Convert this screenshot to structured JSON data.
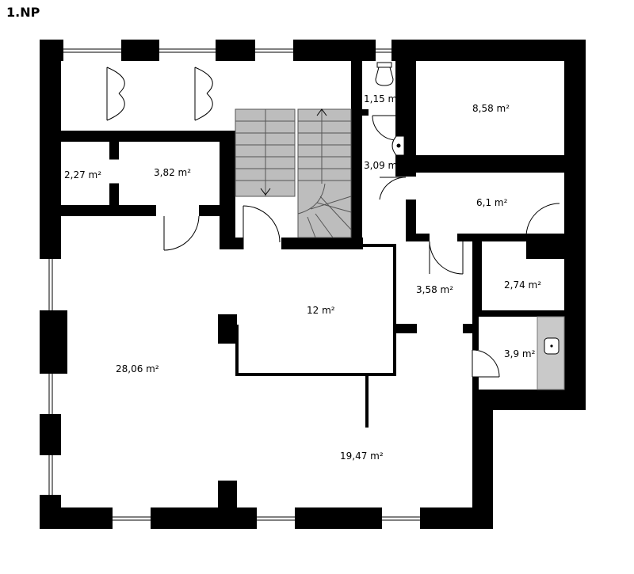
{
  "title": "1.NP",
  "rooms": [
    {
      "id": "room-wc",
      "area": "1,15 m²"
    },
    {
      "id": "room-top-right",
      "area": "8,58 m²"
    },
    {
      "id": "room-bath-small",
      "area": "3,09 m²"
    },
    {
      "id": "room-storage-left",
      "area": "2,27 m²"
    },
    {
      "id": "room-storage-mid",
      "area": "3,82 m²"
    },
    {
      "id": "room-right-mid",
      "area": "6,1 m²"
    },
    {
      "id": "room-hall-right",
      "area": "3,58 m²"
    },
    {
      "id": "room-small-right",
      "area": "2,74 m²"
    },
    {
      "id": "room-center",
      "area": "12 m²"
    },
    {
      "id": "room-bath-right",
      "area": "3,9 m²"
    },
    {
      "id": "room-main-left",
      "area": "28,06 m²"
    },
    {
      "id": "room-main-bottom",
      "area": "19,47 m²"
    }
  ],
  "colors": {
    "wall": "#000000",
    "stair_fill": "#bdbdbd",
    "fixture_fill": "#c9c9c9",
    "background": "#ffffff"
  }
}
